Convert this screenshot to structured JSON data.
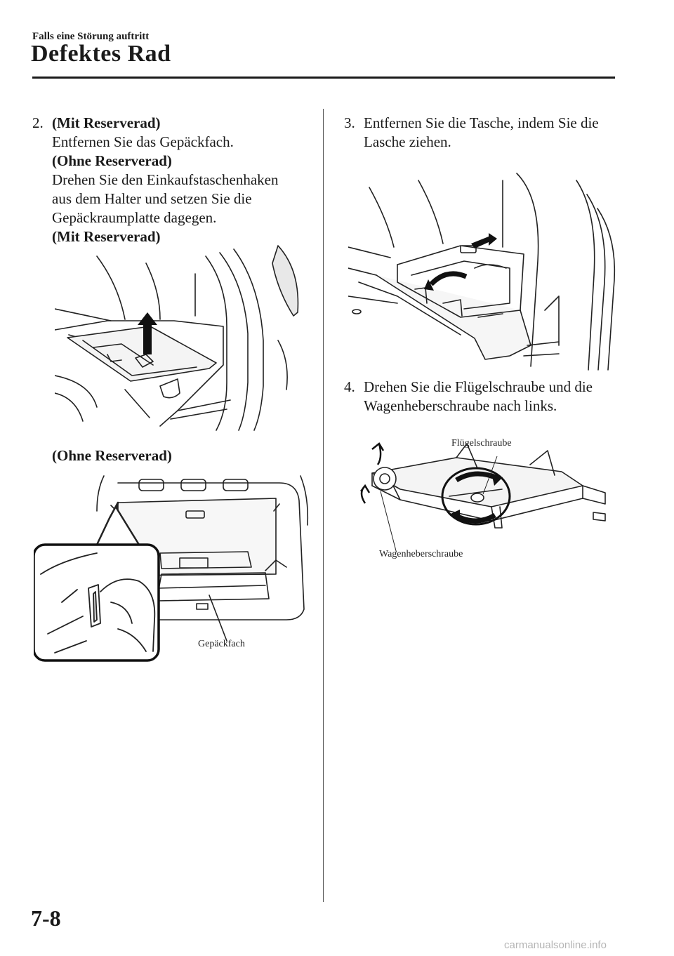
{
  "header": {
    "section": "Falls eine Störung auftritt",
    "title": "Defektes Rad"
  },
  "step2": {
    "number": "2.",
    "mit_heading": "(Mit Reserverad)",
    "mit_text": "Entfernen Sie das Gepäckfach.",
    "ohne_heading": "(Ohne Reserverad)",
    "ohne_lines": [
      "Drehen Sie den Einkaufstaschenhaken",
      "aus dem Halter und setzen Sie die",
      "Gepäckraumplatte dagegen."
    ],
    "fig1_heading": "(Mit Reserverad)",
    "fig2_heading": "(Ohne Reserverad)",
    "fig2_label": "Gepäckfach"
  },
  "step3": {
    "number": "3.",
    "lines": [
      "Entfernen Sie die Tasche, indem Sie die",
      "Lasche ziehen."
    ]
  },
  "step4": {
    "number": "4.",
    "lines": [
      "Drehen Sie die Flügelschraube und die",
      "Wagenheberschraube nach links."
    ],
    "label_wing": "Flügelschraube",
    "label_jack": "Wagenheberschraube"
  },
  "footer": {
    "page": "7-8",
    "watermark": "carmanualsonline.info"
  }
}
